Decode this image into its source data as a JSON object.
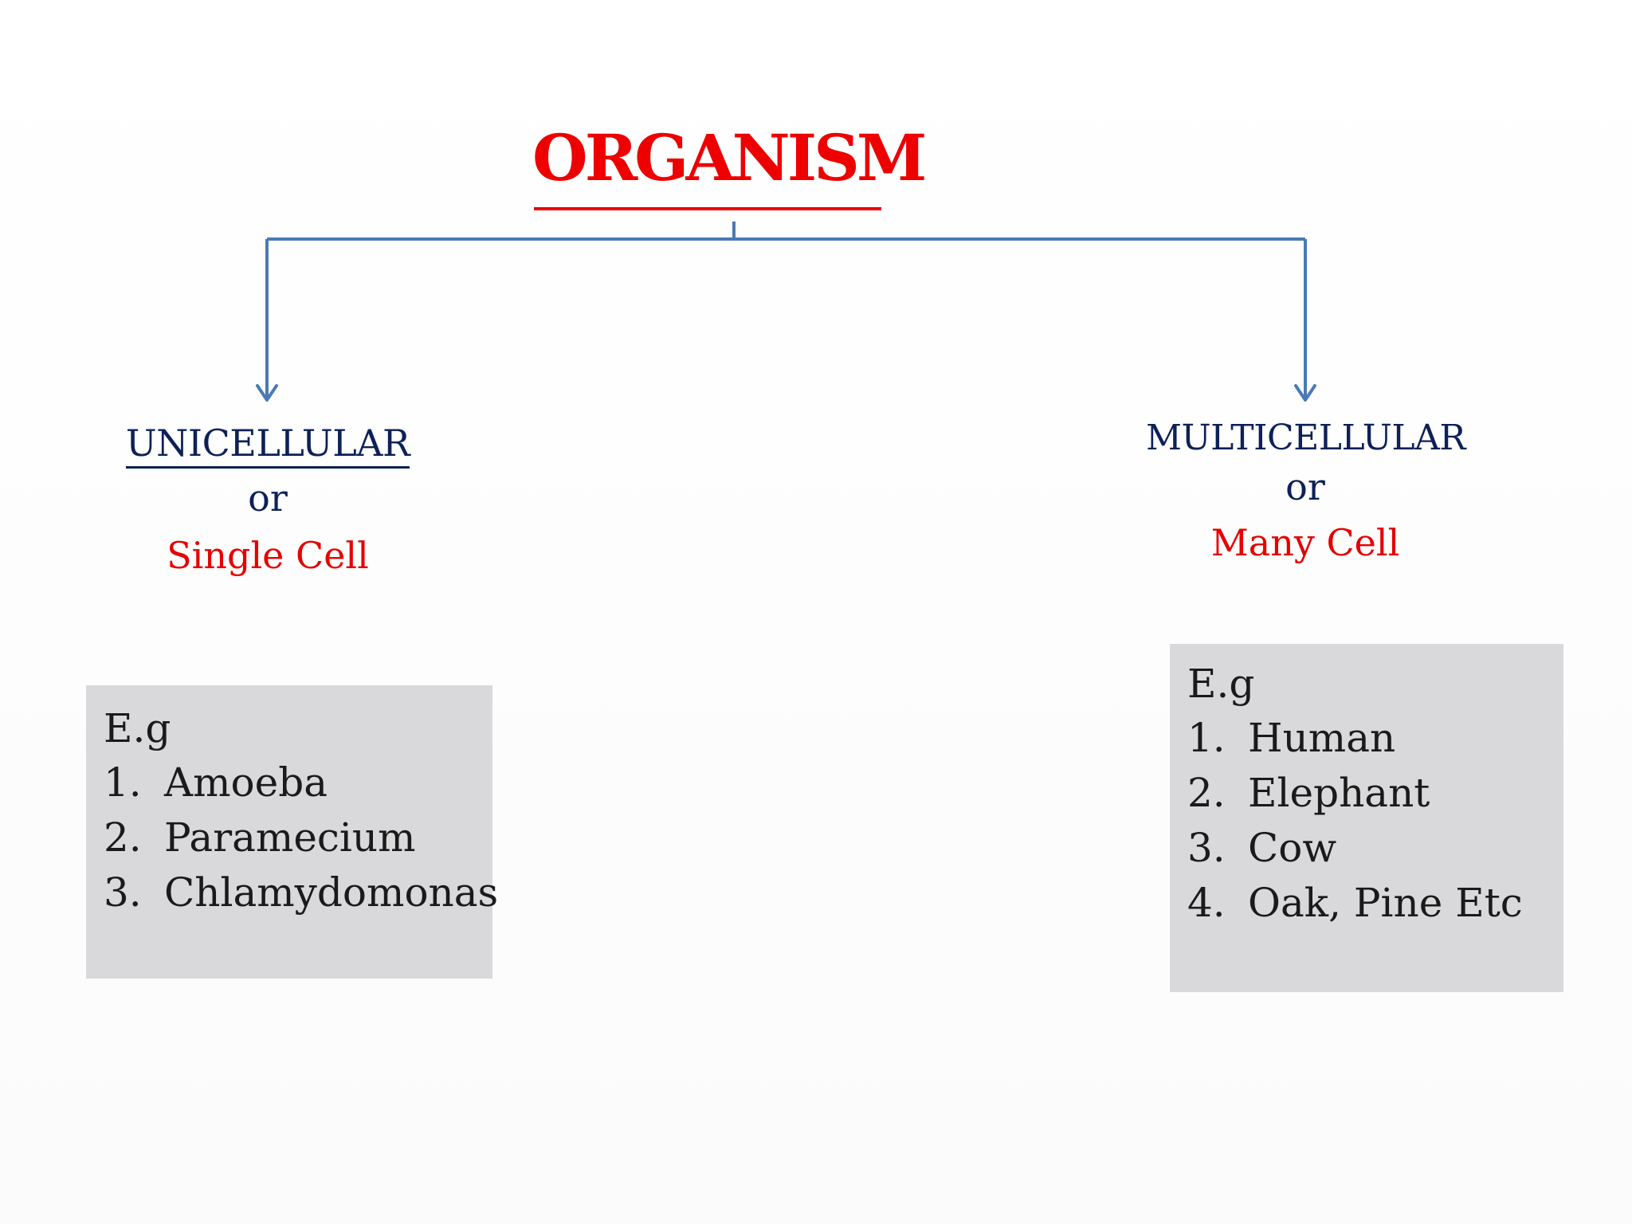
{
  "colors": {
    "title": "#ee0000",
    "heading": "#0d2157",
    "plain_name": "#e60000",
    "connector": "#4a7ab5",
    "box_fill": "#d9d8da"
  },
  "title": "ORGANISM",
  "left": {
    "heading": "UNICELLULAR",
    "or": "or",
    "plain_name": "Single Cell",
    "eg_label": "E.g",
    "examples": [
      {
        "num": "1.",
        "name": "Amoeba"
      },
      {
        "num": "2.",
        "name": "Paramecium"
      },
      {
        "num": "3.",
        "name": "Chlamydomonas"
      }
    ]
  },
  "right": {
    "heading": "MULTICELLULAR",
    "or": "or",
    "plain_name": "Many Cell",
    "eg_label": "E.g",
    "examples": [
      {
        "num": "1.",
        "name": "Human"
      },
      {
        "num": "2.",
        "name": "Elephant"
      },
      {
        "num": "3.",
        "name": "Cow"
      },
      {
        "num": "4.",
        "name": "Oak, Pine Etc"
      }
    ]
  }
}
